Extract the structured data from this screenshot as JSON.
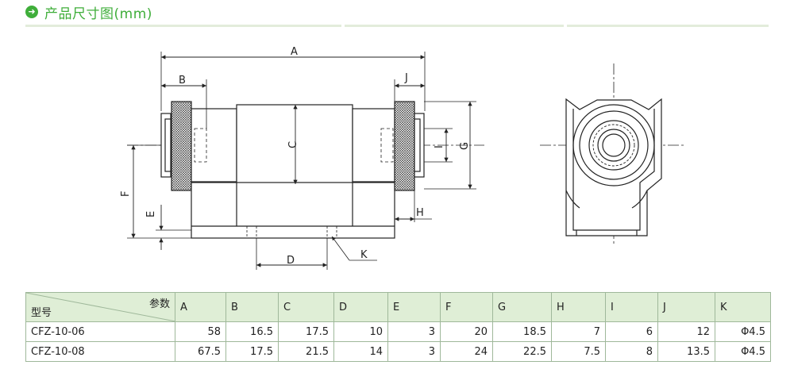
{
  "header": {
    "title": "产品尺寸图(mm)",
    "icon": "arrow-right-circle-icon",
    "accent_color": "#3fae3a"
  },
  "drawing": {
    "dimension_labels": {
      "A": "A",
      "B": "B",
      "C": "C",
      "D": "D",
      "E": "E",
      "F": "F",
      "G": "G",
      "H": "H",
      "I": "I",
      "J": "J",
      "K": "K"
    }
  },
  "table": {
    "corner_top": "参数",
    "corner_bottom": "型号",
    "header_color": "#dfeed6",
    "columns": [
      "A",
      "B",
      "C",
      "D",
      "E",
      "F",
      "G",
      "H",
      "I",
      "J",
      "K"
    ],
    "rows": [
      {
        "model": "CFZ-10-06",
        "values": [
          "58",
          "16.5",
          "17.5",
          "10",
          "3",
          "20",
          "18.5",
          "7",
          "6",
          "12",
          "Φ4.5"
        ]
      },
      {
        "model": "CFZ-10-08",
        "values": [
          "67.5",
          "17.5",
          "21.5",
          "14",
          "3",
          "24",
          "22.5",
          "7.5",
          "8",
          "13.5",
          "Φ4.5"
        ]
      }
    ]
  }
}
